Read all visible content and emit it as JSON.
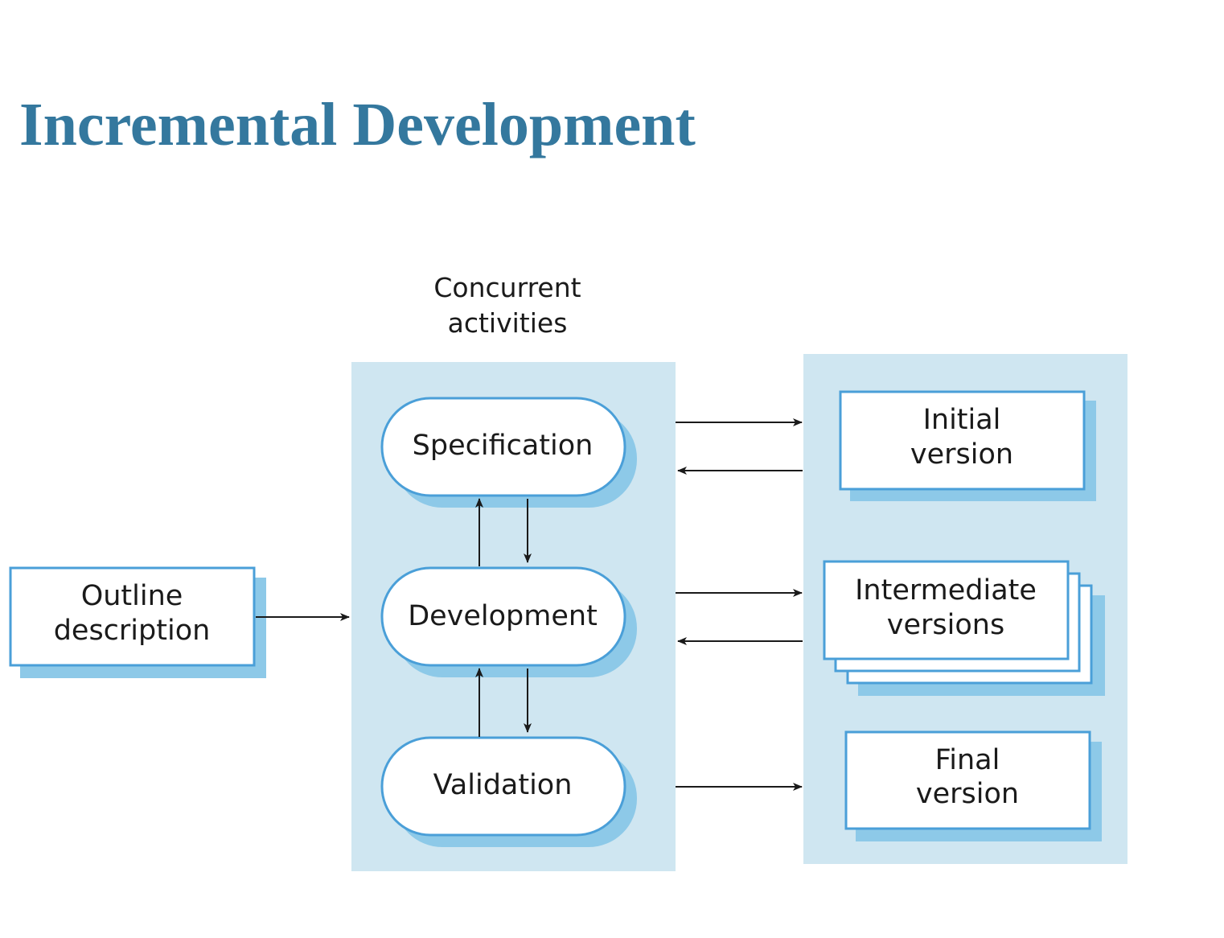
{
  "title": "Incremental Development",
  "diagram": {
    "concurrent_label": [
      "Concurrent",
      "activities"
    ],
    "outline": [
      "Outline",
      "description"
    ],
    "activities": {
      "specification": "Specification",
      "development": "Development",
      "validation": "Validation"
    },
    "versions": {
      "initial": [
        "Initial",
        "version"
      ],
      "intermediate": [
        "Intermediate",
        "versions"
      ],
      "final": [
        "Final",
        "version"
      ]
    }
  },
  "colors": {
    "title": "#34789e",
    "panel": "#cfe6f1",
    "box_border": "#4a9fd8",
    "shadow": "#8dc9e8",
    "arrow": "#1a1a1a"
  }
}
